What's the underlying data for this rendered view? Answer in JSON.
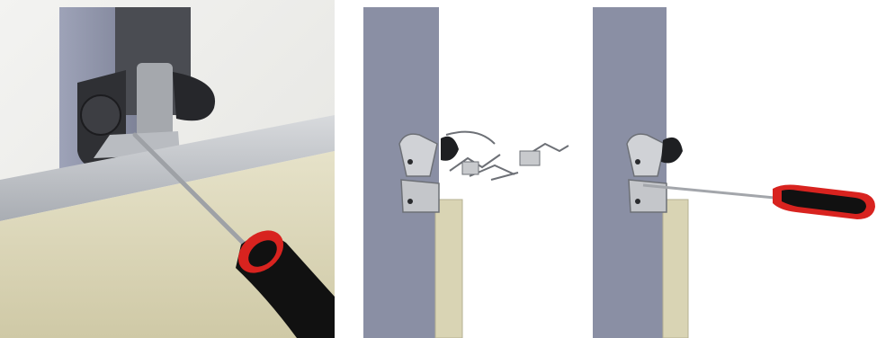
{
  "figure": {
    "panels": [
      {
        "id": "left"
      },
      {
        "id": "middle"
      },
      {
        "id": "right"
      }
    ]
  },
  "colors": {
    "frame_grey": "#8a8fa4",
    "frame_grey_dark": "#6c7086",
    "panel_beige": "#d9d4b4",
    "bracket_black": "#2e2f33",
    "handle_red": "#d8231f",
    "handle_black": "#111111",
    "metal": "#c7c9cc"
  }
}
